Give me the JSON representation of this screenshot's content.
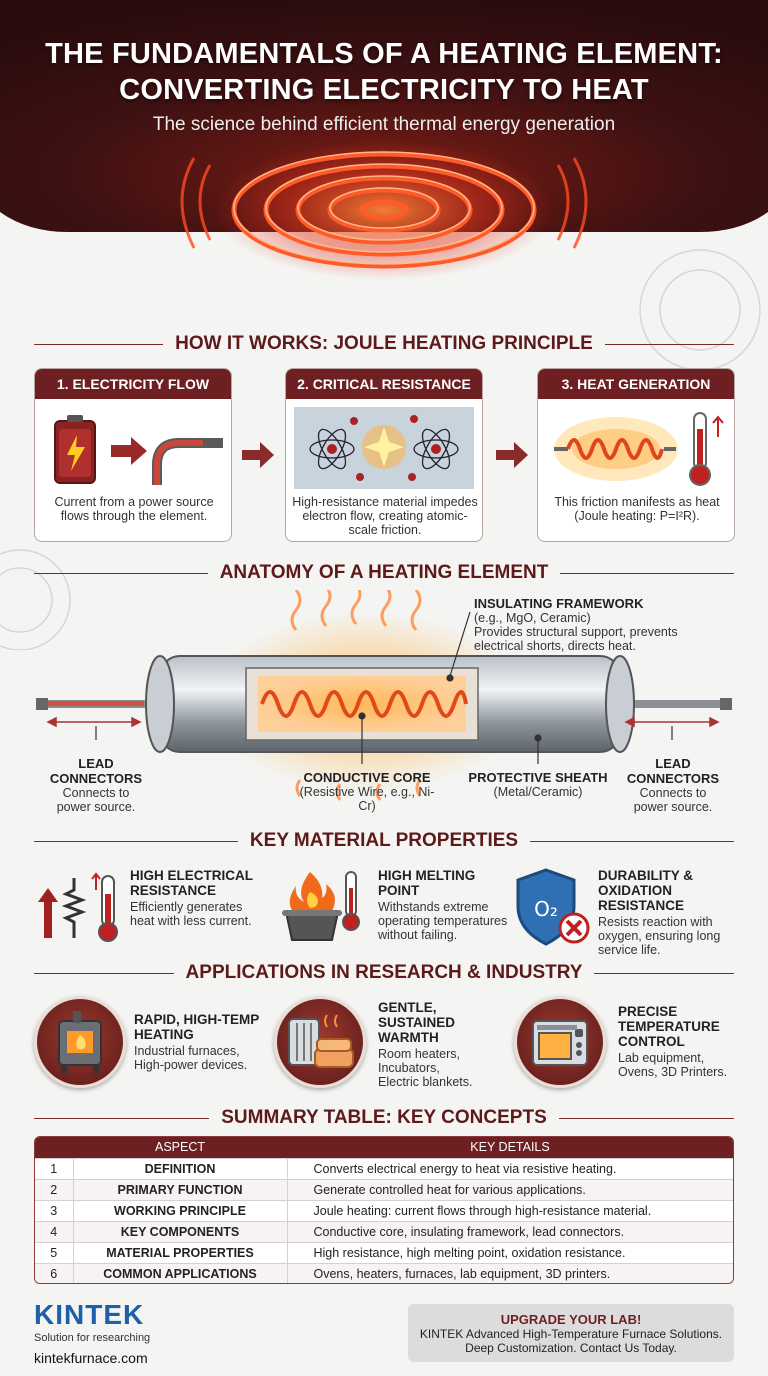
{
  "header": {
    "title_line1": "THE FUNDAMENTALS OF A HEATING ELEMENT:",
    "title_line2": "CONVERTING ELECTRICITY TO HEAT",
    "subtitle": "The science behind efficient thermal energy generation"
  },
  "how_it_works": {
    "heading": "HOW IT WORKS: JOULE HEATING PRINCIPLE",
    "steps": [
      {
        "title": "1. ELECTRICITY FLOW",
        "desc": "Current from a power source flows through the element."
      },
      {
        "title": "2. CRITICAL RESISTANCE",
        "desc": "High-resistance material impedes electron flow, creating atomic-scale friction."
      },
      {
        "title": "3. HEAT GENERATION",
        "desc": "This friction manifests as heat (Joule heating: P=I²R)."
      }
    ]
  },
  "anatomy": {
    "heading": "ANATOMY OF A HEATING ELEMENT",
    "insulating": {
      "title": "INSULATING FRAMEWORK",
      "sub": "(e.g., MgO, Ceramic)",
      "desc1": "Provides structural support, prevents",
      "desc2": "electrical shorts, directs heat."
    },
    "lead_left": {
      "title": "LEAD CONNECTORS",
      "desc1": "Connects to",
      "desc2": "power source."
    },
    "lead_right": {
      "title": "LEAD CONNECTORS",
      "desc1": "Connects to",
      "desc2": "power source."
    },
    "core": {
      "title": "CONDUCTIVE CORE",
      "sub": "(Resistive Wire, e.g., Ni-Cr)"
    },
    "sheath": {
      "title": "PROTECTIVE SHEATH",
      "sub": "(Metal/Ceramic)"
    }
  },
  "properties": {
    "heading": "KEY MATERIAL PROPERTIES",
    "items": [
      {
        "t1": "HIGH ELECTRICAL",
        "t2": "RESISTANCE",
        "d1": "Efficiently generates",
        "d2": "heat with less current.",
        "d3": ""
      },
      {
        "t1": "HIGH MELTING",
        "t2": "POINT",
        "d1": "Withstands extreme",
        "d2": "operating temperatures",
        "d3": "without failing."
      },
      {
        "t1": "DURABILITY &",
        "t2": "OXIDATION RESISTANCE",
        "d1": "Resists reaction with",
        "d2": "oxygen, ensuring long",
        "d3": "service life."
      }
    ],
    "o2_label": "O₂"
  },
  "applications": {
    "heading": "APPLICATIONS IN RESEARCH & INDUSTRY",
    "items": [
      {
        "t1": "RAPID, HIGH-TEMP",
        "t2": "HEATING",
        "t3": "",
        "d1": "Industrial furnaces,",
        "d2": "High-power devices.",
        "d3": ""
      },
      {
        "t1": "GENTLE,",
        "t2": "SUSTAINED",
        "t3": "WARMTH",
        "d1": "Room heaters,",
        "d2": "Incubators,",
        "d3": "Electric blankets."
      },
      {
        "t1": "PRECISE",
        "t2": "TEMPERATURE",
        "t3": "CONTROL",
        "d1": "Lab equipment,",
        "d2": "Ovens, 3D Printers.",
        "d3": ""
      }
    ]
  },
  "summary": {
    "heading": "SUMMARY TABLE: KEY CONCEPTS",
    "col_aspect": "ASPECT",
    "col_details": "KEY DETAILS",
    "rows": [
      {
        "n": "1",
        "aspect": "DEFINITION",
        "details": "Converts electrical energy to heat via resistive heating."
      },
      {
        "n": "2",
        "aspect": "PRIMARY FUNCTION",
        "details": "Generate controlled heat for various applications."
      },
      {
        "n": "3",
        "aspect": "WORKING PRINCIPLE",
        "details": "Joule heating: current flows through high-resistance material."
      },
      {
        "n": "4",
        "aspect": "KEY COMPONENTS",
        "details": "Conductive core, insulating framework, lead connectors."
      },
      {
        "n": "5",
        "aspect": "MATERIAL PROPERTIES",
        "details": "High resistance, high melting point, oxidation resistance."
      },
      {
        "n": "6",
        "aspect": "COMMON APPLICATIONS",
        "details": "Ovens, heaters, furnaces, lab equipment, 3D printers."
      }
    ]
  },
  "footer": {
    "brand": "KINTEK",
    "tagline": "Solution for researching",
    "url": "kintekfurnace.com",
    "cta_title": "UPGRADE YOUR LAB!",
    "cta_line1": "KINTEK Advanced High-Temperature Furnace Solutions.",
    "cta_line2": "Deep Customization. Contact Us Today."
  },
  "colors": {
    "brand_dark": "#6e1f22",
    "accent_orange": "#ff6a2b",
    "brand_blue": "#1f5fa8"
  }
}
